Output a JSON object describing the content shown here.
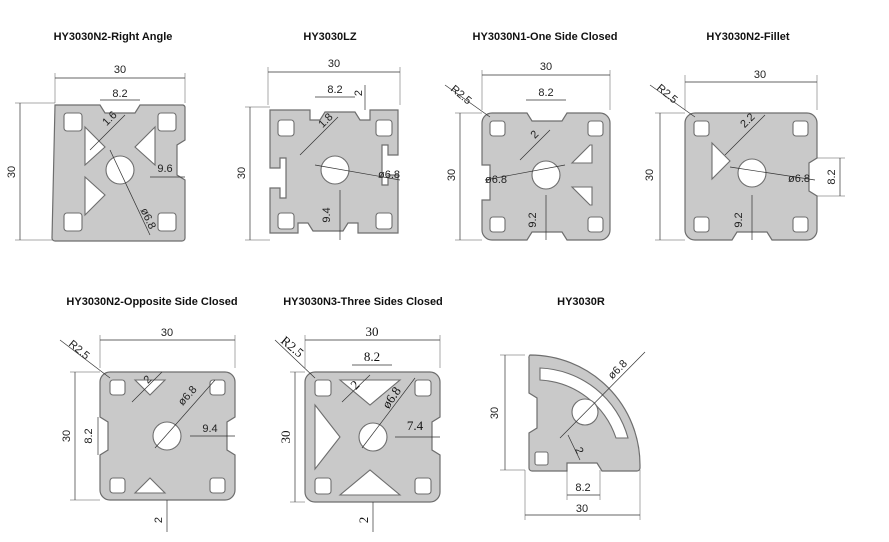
{
  "profiles": [
    {
      "title": "HY3030N2-Right Angle",
      "width": "30",
      "height": "30",
      "slot": "8.2",
      "wall": "1.6",
      "slot_depth": "9.6",
      "bore": "ø6.8"
    },
    {
      "title": "HY3030LZ",
      "width": "30",
      "height": "30",
      "slot": "8.2",
      "lip": "2",
      "wall": "1.8",
      "bore": "ø6.8",
      "slot_depth": "9.4"
    },
    {
      "title": "HY3030N1-One Side Closed",
      "width": "30",
      "height": "30",
      "slot": "8.2",
      "radius": "R2.5",
      "wall": "2",
      "bore": "ø6.8",
      "slot_depth": "9.2"
    },
    {
      "title": "HY3030N2-Fillet",
      "width": "30",
      "height": "30",
      "radius": "R2.5",
      "wall": "2.2",
      "bore": "ø6.8",
      "slot_side": "8.2",
      "slot_depth": "9.2"
    },
    {
      "title": "HY3030N2-Opposite Side Closed",
      "width": "30",
      "height": "30",
      "radius": "R2.5",
      "wall_top": "2",
      "bore": "ø6.8",
      "slot_side": "8.2",
      "slot_depth": "9.4",
      "wall_bottom": "2"
    },
    {
      "title": "HY3030N3-Three Sides Closed",
      "width": "30",
      "height": "30",
      "radius": "R2.5",
      "slot": "8.2",
      "wall_top": "2",
      "bore": "ø6.8",
      "slot_depth": "7.4",
      "wall_bottom": "2"
    },
    {
      "title": "HY3030R",
      "width": "30",
      "height": "30",
      "bore": "ø6.8",
      "wall": "2",
      "slot": "8.2"
    }
  ]
}
